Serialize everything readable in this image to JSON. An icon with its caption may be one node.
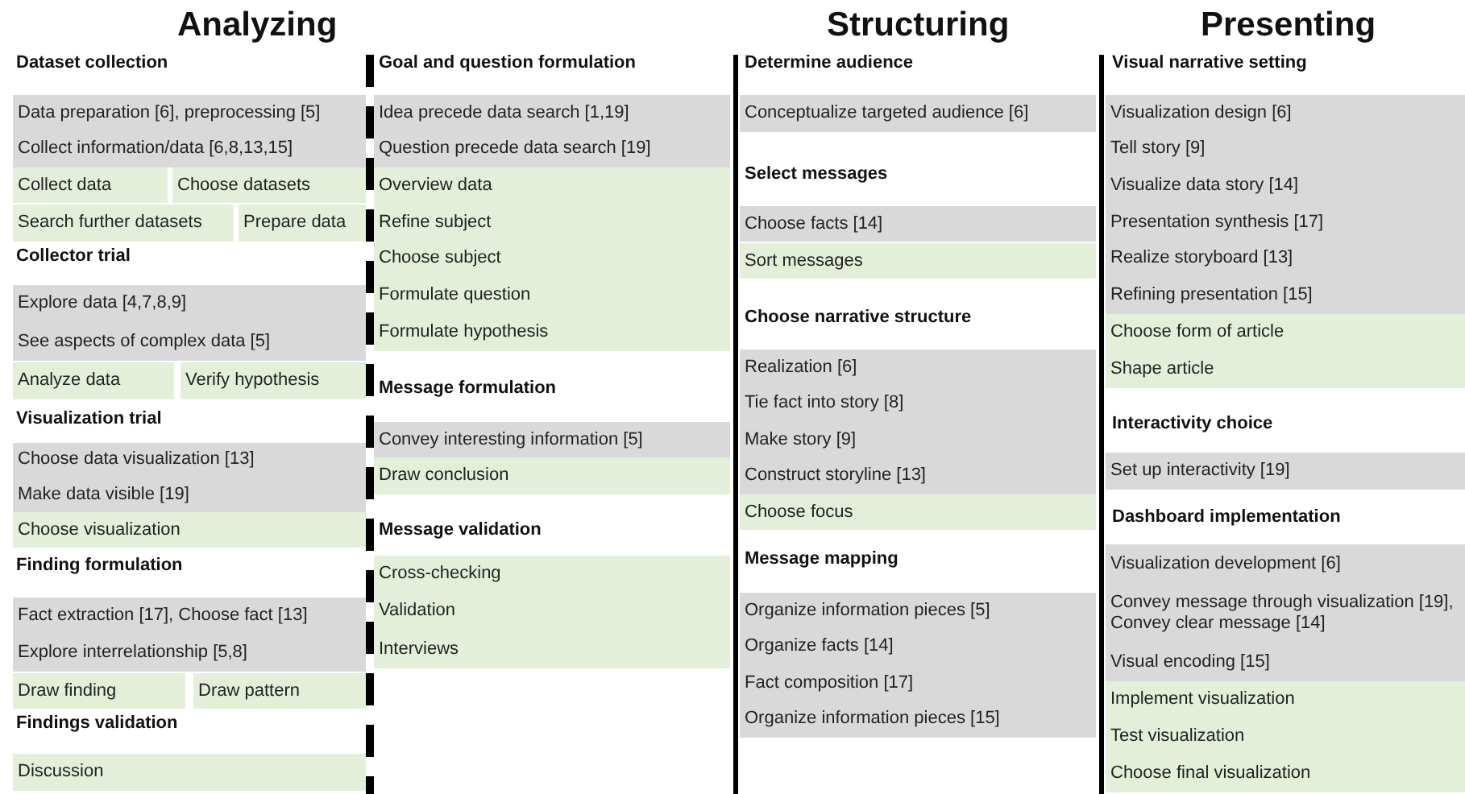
{
  "diagram": {
    "nodes": [
      {
        "text": [
          "Data preparation [6], preprocessing [5]",
          "Collect information/data [6,8,13,15]"
        ]
      },
      {
        "text": [
          "Collect data"
        ]
      },
      {
        "text": [
          "Choose datasets"
        ]
      },
      {
        "text": [
          "Search further datasets"
        ]
      },
      {
        "text": [
          "Prepare data"
        ]
      },
      {
        "text": [
          "Explore data [4,7,8,9]",
          "See aspects of complex data [5]"
        ]
      },
      {
        "text": [
          "Analyze data"
        ]
      },
      {
        "text": [
          "Verify hypothesis"
        ]
      },
      {
        "text": [
          "Choose data visualization [13]",
          "Make data visible [19]"
        ]
      },
      {
        "text": [
          "Choose visualization"
        ]
      },
      {
        "text": [
          "Fact extraction [17], Choose fact [13]",
          "Explore interrelationship [5,8]"
        ]
      },
      {
        "text": [
          "Draw finding"
        ]
      },
      {
        "text": [
          "Draw pattern"
        ]
      },
      {
        "text": [
          "Discussion"
        ]
      },
      {
        "text": [
          "Idea precede data search [1,19]",
          "Question precede data search [19]"
        ]
      },
      {
        "text": [
          "Overview data",
          "Refine subject",
          "Choose subject",
          "Formulate question",
          "Formulate hypothesis"
        ]
      },
      {
        "text": [
          "Convey interesting information [5]"
        ]
      },
      {
        "text": [
          "Draw conclusion"
        ]
      },
      {
        "text": [
          "Cross-checking",
          "Validation",
          "Interviews"
        ]
      },
      {
        "text": [
          "Conceptualize targeted audience [6]"
        ]
      },
      {
        "text": [
          "Choose facts [14]"
        ]
      },
      {
        "text": [
          "Sort messages"
        ]
      },
      {
        "text": [
          "Realization [6]",
          "Tie fact into story [8]",
          "Make story [9]",
          "Construct storyline [13]"
        ]
      },
      {
        "text": [
          "Choose focus"
        ]
      },
      {
        "text": [
          "Organize information pieces [5]",
          "Organize facts [14]",
          "Fact composition [17]",
          "Organize information pieces [15]"
        ]
      },
      {
        "text": [
          "Visualization design [6]",
          "Tell story [9]",
          "Visualize data story [14]",
          "Presentation synthesis [17]",
          "Realize storyboard [13]",
          "Refining presentation [15]"
        ]
      },
      {
        "text": [
          "Choose form of article",
          "Shape article"
        ]
      },
      {
        "text": [
          "Set up interactivity [19]"
        ]
      },
      {
        "text": [
          "Visualization development [6]",
          "Convey message through visualization [19], Convey clear message [14]",
          "Visual encoding [15]"
        ]
      },
      {
        "text": [
          "Implement visualization",
          "Test visualization",
          "Choose final visualization"
        ]
      }
    ],
    "labels": [
      "Analyzing",
      "Structuring",
      "Presenting",
      "Dataset collection",
      "Collector trial",
      "Visualization trial",
      "Finding formulation",
      "Findings validation",
      "Goal and question formulation",
      "Message formulation",
      "Message validation",
      "Determine audience",
      "Select messages",
      "Choose narrative structure",
      "Message mapping",
      "Visual narrative setting",
      "Interactivity choice",
      "Dashboard implementation"
    ]
  }
}
